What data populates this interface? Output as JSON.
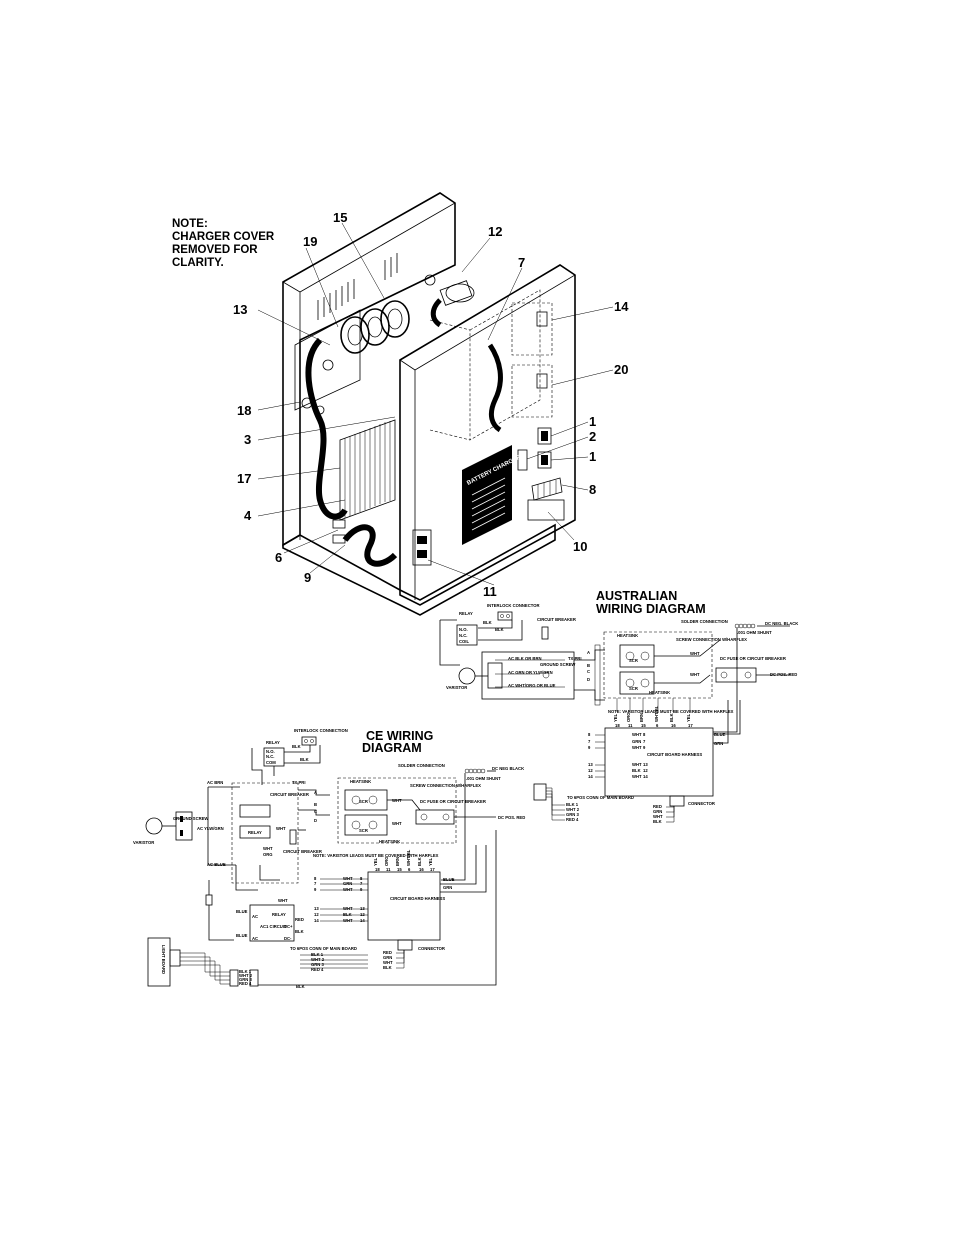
{
  "note": {
    "line1": "NOTE:",
    "line2": "CHARGER COVER",
    "line3": "REMOVED FOR",
    "line4": "CLARITY."
  },
  "callouts": [
    "15",
    "12",
    "19",
    "7",
    "13",
    "14",
    "20",
    "18",
    "1",
    "2",
    "3",
    "1",
    "17",
    "8",
    "4",
    "10",
    "6",
    "9",
    "11"
  ],
  "charger_label": "BATTERY CHARGER",
  "australian": {
    "title1": "AUSTRALIAN",
    "title2": "WIRING DIAGRAM",
    "labels": {
      "interlock": "INTERLOCK CONNECTOR",
      "relay": "RELAY",
      "no": "N.O.",
      "nc": "N.C.",
      "coil": "COIL",
      "blk": "BLK",
      "breaker": "CIRCUIT BREAKER",
      "tx": "TX PRI",
      "ac_blk": "AC BLK OR BRN",
      "ac_grn": "AC GRN OR YLW/GRN",
      "ground": "GROUND SCREW",
      "ac_wht": "AC WHT/ORG OR BLUE",
      "varistor": "VARISTOR",
      "solder": "SOLDER CONNECTION",
      "dc_neg": "DC NEG. BLACK",
      "shunt": ".001 OHM SHUNT",
      "heatsink": "HEATSINK",
      "screw": "SCREW CONNECTION W/HARFLEX",
      "scr": "SCR",
      "wht": "WHT",
      "dc_fuse": "DC FUSE OR CIRCUIT BREAKER",
      "dc_pos": "DC POS. RED",
      "varistor_note": "NOTE: VARISTOR LEADS MUST BE COVERED WITH HARFLEX",
      "harness": "CIRCUIT BOARD HARNESS",
      "blue": "BLUE",
      "grn": "GRN",
      "connector": "CONNECTOR",
      "red": "RED",
      "to_main": "TO 6POS CONN OF MAIN BOARD",
      "pins": [
        "BLK 1",
        "WHT 2",
        "GRN 3",
        "RED 4"
      ],
      "wire_left": [
        "WHT",
        "GRN",
        "WHT",
        "WHT",
        "BLK",
        "WHT"
      ],
      "pins_left": [
        "8",
        "7",
        "9",
        "13",
        "12",
        "14"
      ],
      "conn_wires": [
        "RED",
        "GRN",
        "WHT",
        "BLK"
      ],
      "top_wires": [
        "18",
        "11",
        "15",
        "6",
        "16",
        "17"
      ],
      "top_colors": [
        "YEL",
        "ORG",
        "BRN",
        "WHT/BL",
        "BLK",
        "YEL"
      ],
      "letters": [
        "A",
        "B",
        "C",
        "D"
      ]
    }
  },
  "ce": {
    "title1": "CE  WIRING",
    "title2": "DIAGRAM",
    "labels": {
      "interlock": "INTERLOCK CONNECTION",
      "relay": "RELAY",
      "no": "N.O.",
      "nc": "N.C.",
      "com": "COM",
      "blk": "BLK",
      "ac_brn": "AC BRN",
      "breaker": "CIRCUIT BREAKER",
      "tx": "TX PRI",
      "ground": "GROUND SCREW",
      "ac_yg": "AC YLW/GRN",
      "varistor": "VARISTOR",
      "ac_blue": "AC BLUE",
      "relay2": "RELAY",
      "wht": "WHT",
      "org": "ORG",
      "breaker2": "CIRCUIT BREAKER",
      "solder": "SOLDER CONNECTION",
      "dc_neg": "DC NEG BLACK",
      "shunt": ".001 OHM SHUNT",
      "heatsink": "HEATSINK",
      "screw": "SCREW CONNECTION W/HARFLEX",
      "scr": "SCR",
      "dc_fuse": "DC FUSE OR CIRCUIT BREAKER",
      "dc_pos": "DC POS. RED",
      "varistor_note": "NOTE: VARISTOR LEADS MUST BE COVERED WITH HARFLEX",
      "harness": "CIRCUIT BOARD HARNESS",
      "blue": "BLUE",
      "grn": "GRN",
      "connector": "CONNECTOR",
      "red": "RED",
      "ac1": "AC1 CIRCUIT",
      "ac": "AC",
      "dcp": "DC+",
      "dcm": "DC-",
      "to_main": "TO 6POS CONN OF MAIN BOARD",
      "pins": [
        "BLK 1",
        "WHT 2",
        "GRN 3",
        "RED 4"
      ],
      "light": "LIGHT BOARD",
      "wire_left": [
        "WHT",
        "GRN",
        "WHT",
        "WHT",
        "BLK",
        "WHT"
      ],
      "pins_left": [
        "8",
        "7",
        "9",
        "13",
        "12",
        "14"
      ],
      "conn_wires": [
        "RED",
        "GRN",
        "WHT",
        "BLK"
      ],
      "letters": [
        "A",
        "B",
        "C",
        "D"
      ]
    }
  }
}
